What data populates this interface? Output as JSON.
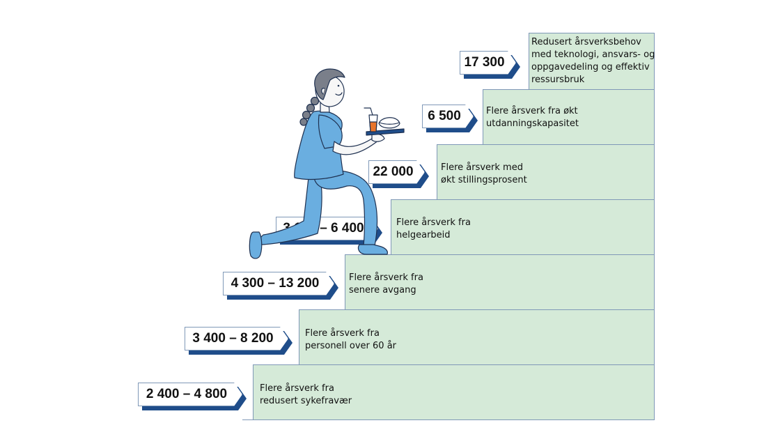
{
  "steps": [
    {
      "value": "2 400 – 4 800",
      "lines": [
        "Flere årsverk fra",
        "redusert sykefravær"
      ]
    },
    {
      "value": "3 400 – 8 200",
      "lines": [
        "Flere årsverk fra",
        "personell over 60 år"
      ]
    },
    {
      "value": "4 300 – 13 200",
      "lines": [
        "Flere årsverk fra",
        "senere avgang"
      ]
    },
    {
      "value": "3 100 – 6 400",
      "lines": [
        "Flere årsverk fra",
        "helgearbeid"
      ]
    },
    {
      "value": "22 000",
      "lines": [
        "Flere årsverk med",
        "økt stillingsprosent"
      ]
    },
    {
      "value": "6 500",
      "lines": [
        "Flere årsverk fra økt",
        "utdanningskapasitet"
      ]
    },
    {
      "value": "17 300",
      "lines": [
        "Redusert årsverksbehov",
        "med teknologi, ansvars- og",
        "oppgavedeling og effektiv",
        "ressursbruk"
      ]
    }
  ],
  "colors": {
    "step_fill": "#d5ead8",
    "step_border": "#7f98b7",
    "tag_shadow": "#1f4d8a",
    "scrubs": "#6aaee0",
    "drink": "#e8742a"
  },
  "illustration": {
    "icon": "nurse-carrying-tray-icon"
  }
}
